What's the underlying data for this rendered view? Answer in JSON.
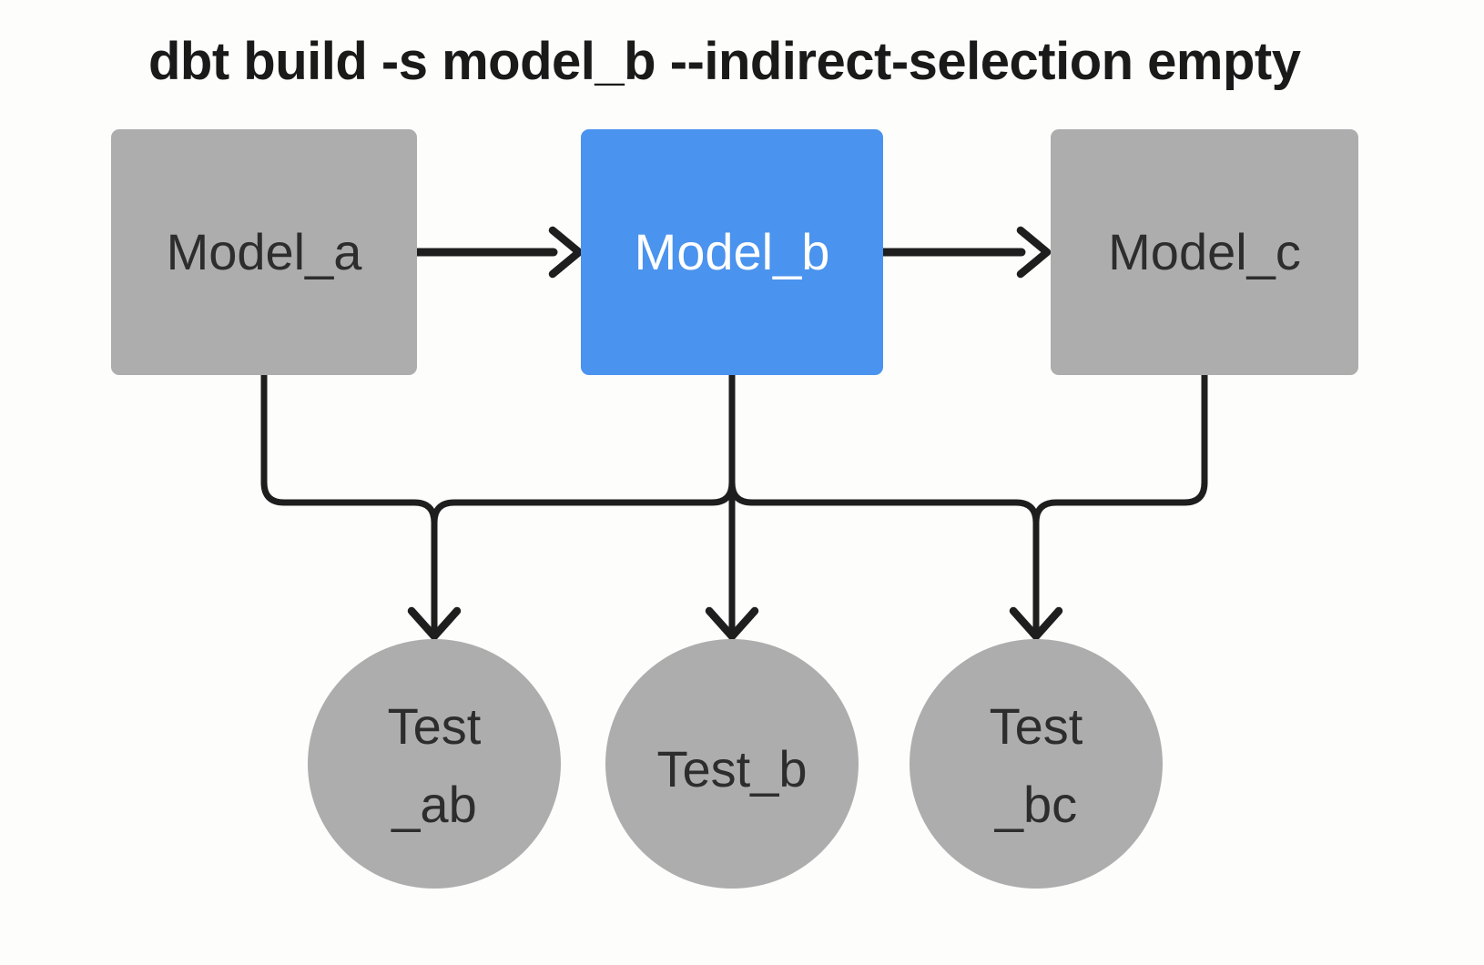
{
  "title": "dbt build -s model_b --indirect-selection empty",
  "colors": {
    "background": "#fdfdfc",
    "node_gray": "#adadad",
    "node_selected_blue": "#4a93ee",
    "edge_black": "#1e1e1e",
    "label_dark": "#2d2d2d",
    "label_light": "#ffffff"
  },
  "models": [
    {
      "id": "model_a",
      "label": "Model_a",
      "selected": false
    },
    {
      "id": "model_b",
      "label": "Model_b",
      "selected": true
    },
    {
      "id": "model_c",
      "label": "Model_c",
      "selected": false
    }
  ],
  "tests": [
    {
      "id": "test_ab",
      "line1": "Test",
      "line2": "_ab"
    },
    {
      "id": "test_b",
      "line1": "Test_b",
      "line2": ""
    },
    {
      "id": "test_bc",
      "line1": "Test",
      "line2": "_bc"
    }
  ],
  "edges": {
    "model_edges": [
      {
        "from": "model_a",
        "to": "model_b"
      },
      {
        "from": "model_b",
        "to": "model_c"
      }
    ],
    "test_edges": [
      {
        "from": "model_a",
        "to": "test_ab"
      },
      {
        "from": "model_b",
        "to": "test_ab"
      },
      {
        "from": "model_b",
        "to": "test_b"
      },
      {
        "from": "model_b",
        "to": "test_bc"
      },
      {
        "from": "model_c",
        "to": "test_bc"
      }
    ]
  }
}
